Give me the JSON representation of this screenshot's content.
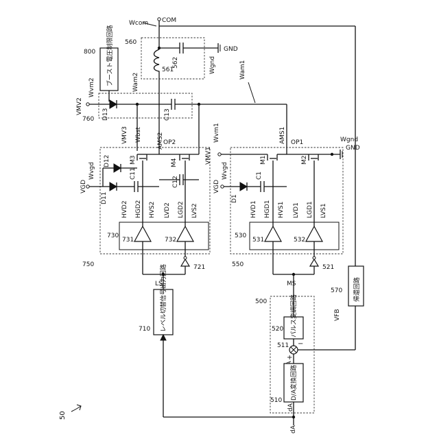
{
  "figure": {
    "number": "50",
    "blocks": {
      "b800": {
        "label": "ブースト電圧制限回路",
        "ref": "800"
      },
      "b710": {
        "label": "レベル切替信号出力回路",
        "ref": "710"
      },
      "b520": {
        "label": "パルス変調回路",
        "ref": "520"
      },
      "b510": {
        "label": "D/A変換回路",
        "ref": "510"
      },
      "b570": {
        "label": "帰還回路",
        "ref": "570"
      }
    },
    "refs": {
      "r560": "560",
      "r561": "561",
      "r562": "562",
      "r760": "760",
      "r750": "750",
      "r730": "730",
      "r731": "731",
      "r732": "732",
      "r721": "721",
      "r550": "550",
      "r530": "530",
      "r531": "531",
      "r532": "532",
      "r521": "521",
      "r500": "500",
      "r511": "511"
    },
    "nodes": {
      "wcom": "Wcom",
      "com": "COM",
      "gnd_top": "GND",
      "wgnd_top": "Wgnd",
      "wam2": "Wam2",
      "wvm2": "Wvm2",
      "vmv2": "VMV2",
      "wam1": "Wam1",
      "vmv3": "VMV3",
      "wbst": "Wbst",
      "ams2": "AMS2",
      "op2": "OP2",
      "ams1": "AMS1",
      "op1": "OP1",
      "wvm1": "Wvm1",
      "vmv1": "VMV1",
      "wgnd": "Wgnd",
      "gnd": "GND",
      "vgd_a": "VGD",
      "wvgd_a": "Wvgd",
      "vgd_b": "VGD",
      "wvgd_b": "Wvgd",
      "ls": "LS",
      "ms": "MS",
      "vfb": "VFB",
      "da_top": "dA",
      "da_bot": "dA",
      "aa": "aA"
    },
    "components": {
      "d13": "D13",
      "c13": "C13",
      "d12": "D12",
      "d11": "D11",
      "c11": "C11",
      "c12": "C12",
      "m3": "M3",
      "m4": "M4",
      "d1": "D1",
      "c1": "C1",
      "m1": "M1",
      "m2": "M2"
    },
    "pins": {
      "hvd2": "HVD2",
      "hgd2": "HGD2",
      "hvs2": "HVS2",
      "lvd2": "LVD2",
      "lgd2": "LGD2",
      "lvs2": "LVS2",
      "hvd1": "HVD1",
      "hgd1": "HGD1",
      "hvs1": "HVS1",
      "lvd1": "LVD1",
      "lgd1": "LGD1",
      "lvs1": "LVS1"
    },
    "signs": {
      "plus": "+",
      "minus": "−"
    }
  }
}
